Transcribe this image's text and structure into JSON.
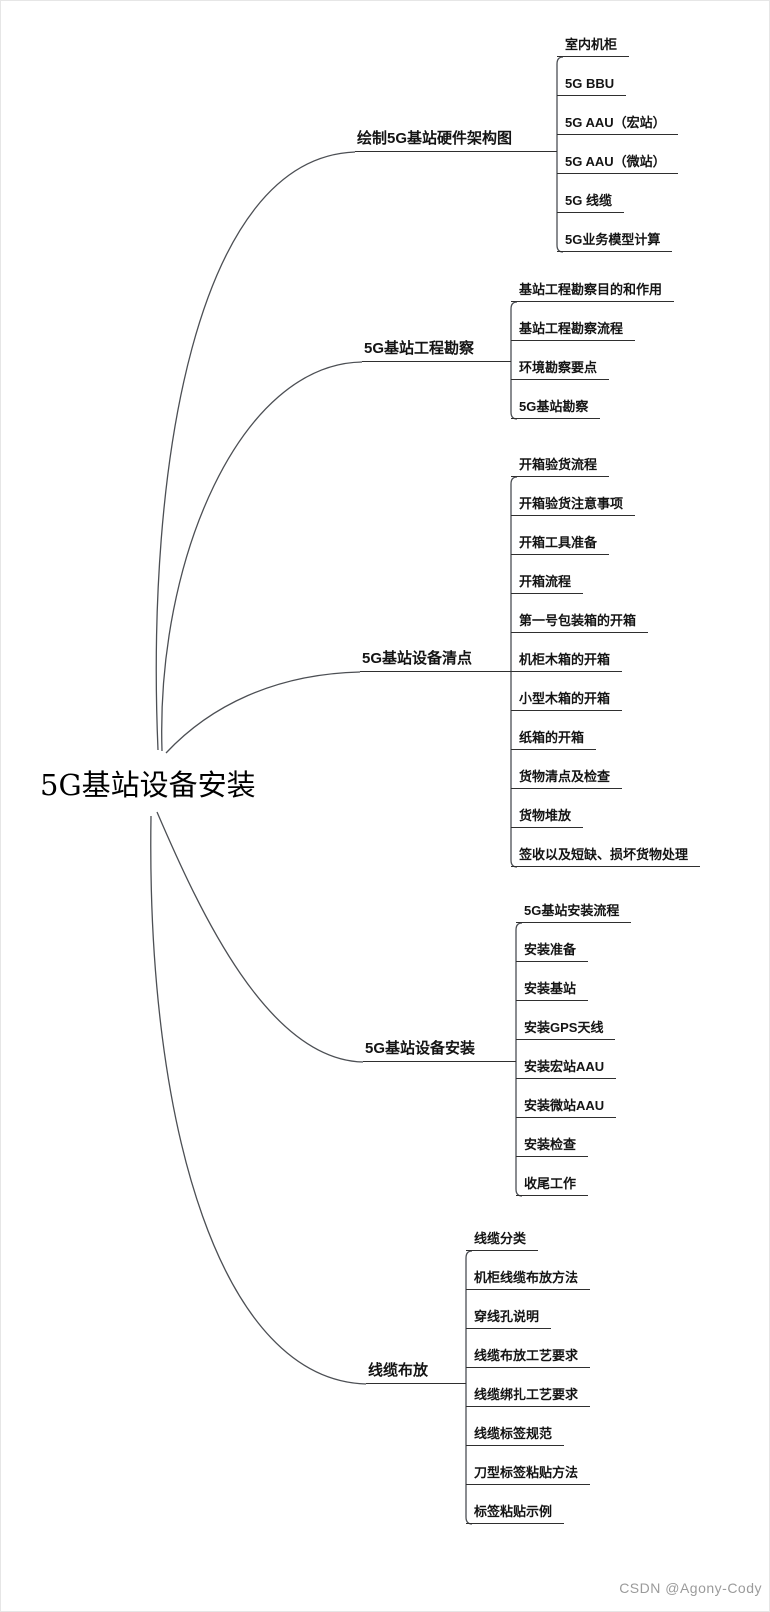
{
  "watermark": {
    "text": "CSDN @Agony-Cody",
    "color": "#9b9b9b"
  },
  "mindmap": {
    "root": {
      "label": "5G基站设备安装"
    },
    "branches": [
      {
        "label": "绘制5G基站硬件架构图",
        "children": [
          "室内机柜",
          "5G BBU",
          "5G AAU（宏站）",
          "5G AAU（微站）",
          "5G 线缆",
          "5G业务模型计算"
        ]
      },
      {
        "label": "5G基站工程勘察",
        "children": [
          "基站工程勘察目的和作用",
          "基站工程勘察流程",
          "环境勘察要点",
          "5G基站勘察"
        ]
      },
      {
        "label": "5G基站设备清点",
        "children": [
          "开箱验货流程",
          "开箱验货注意事项",
          "开箱工具准备",
          "开箱流程",
          "第一号包装箱的开箱",
          "机柜木箱的开箱",
          "小型木箱的开箱",
          "纸箱的开箱",
          "货物清点及检查",
          "货物堆放",
          "签收以及短缺、损坏货物处理"
        ]
      },
      {
        "label": "5G基站设备安装",
        "children": [
          "5G基站安装流程",
          "安装准备",
          "安装基站",
          "安装GPS天线",
          "安装宏站AAU",
          "安装微站AAU",
          "安装检查",
          "收尾工作"
        ]
      },
      {
        "label": "线缆布放",
        "children": [
          "线缆分类",
          "机柜线缆布放方法",
          "穿线孔说明",
          "线缆布放工艺要求",
          "线缆绑扎工艺要求",
          "线缆标签规范",
          "刀型标签粘贴方法",
          "标签粘贴示例"
        ]
      }
    ],
    "colors": {
      "line": "#4c4f54",
      "underline": "#2f2f2f",
      "text": "#141414"
    }
  }
}
